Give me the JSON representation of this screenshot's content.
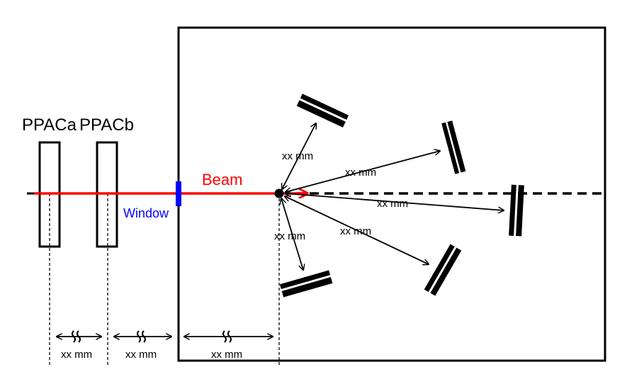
{
  "labels": {
    "ppac_a": "PPACa",
    "ppac_b": "PPACb",
    "beam": "Beam",
    "window": "Window"
  },
  "distances": {
    "ppac_a_to_b": "xx mm",
    "ppac_b_to_window": "xx mm",
    "window_to_target": "xx mm",
    "target_to_det_top": "xx mm",
    "target_to_det_bottom": "xx mm",
    "target_to_det_upper_right": "xx mm",
    "target_to_det_right": "xx mm",
    "target_to_det_lower_right": "xx mm"
  },
  "colors": {
    "beam": "#ff0000",
    "window": "#0000ff",
    "outline": "#000000"
  }
}
